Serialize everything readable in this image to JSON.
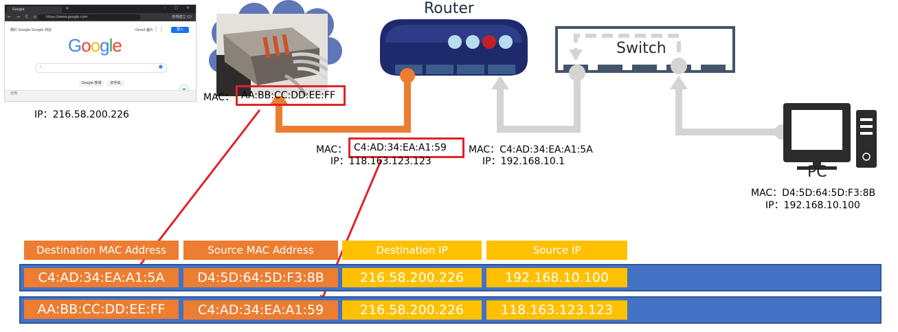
{
  "browser": {
    "tab_title": "Google",
    "url": "https://www.google.com",
    "account": "新規建立 (2)",
    "top_left": "關於 Google    Google 商店",
    "top_right": "Gmail   圖片",
    "sign_in": "登入",
    "logo": "Google",
    "search_button": "Google 搜尋",
    "lucky_button": "好手氣",
    "footer": "台灣"
  },
  "server": {
    "ip": "IP：216.58.200.226"
  },
  "modem": {
    "mac_prefix": "MAC：",
    "mac": "AA:BB:CC:DD:EE:FF"
  },
  "router": {
    "label": "Router",
    "wan_mac_prefix": "MAC：",
    "wan_mac": "C4:AD:34:EA:A1:59",
    "wan_ip": "IP：118.163.123.123",
    "lan_mac": "MAC：C4:AD:34:EA:A1:5A",
    "lan_ip": "IP：192.168.10.1"
  },
  "switch": {
    "label": "Switch"
  },
  "pc": {
    "label": "PC",
    "mac": "MAC：D4:5D:64:5D:F3:8B",
    "ip": "IP：192.168.10.100"
  },
  "frame": {
    "headers": [
      "Destination MAC Address",
      "Source MAC Address",
      "Destination IP",
      "Source IP"
    ],
    "rows": [
      [
        "C4:AD:34:EA:A1:5A",
        "D4:5D:64:5D:F3:8B",
        "216.58.200.226",
        "192.168.10.100"
      ],
      [
        "AA:BB:CC:DD:EE:FF",
        "C4:AD:34:EA:A1:59",
        "216.58.200.226",
        "118.163.123.123"
      ]
    ]
  },
  "colors": {
    "orange": "#ed7d31",
    "yellow": "#ffc000",
    "blue": "#4472c4",
    "navy": "#1d2f6f",
    "red": "#e0222a",
    "gray": "#d0d0d0",
    "slate": "#44546a"
  }
}
